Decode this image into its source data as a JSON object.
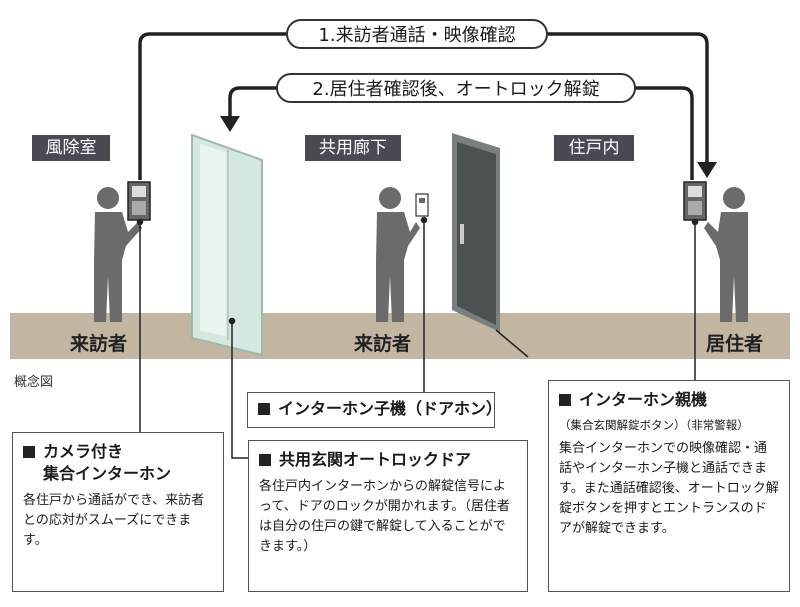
{
  "flows": {
    "call": "1.来訪者通話・映像確認",
    "unlock": "2.居住者確認後、オートロック解錠"
  },
  "areas": {
    "vestibule": "風除室",
    "corridor": "共用廊下",
    "dwelling": "住戸内"
  },
  "people": {
    "visitor_left": "来訪者",
    "visitor_middle": "来訪者",
    "resident": "居住者"
  },
  "caption": "概念図",
  "callouts": {
    "sub_intercom": {
      "title": "インターホン子機（ドアホン）"
    },
    "camera_intercom": {
      "title_line1": "カメラ付き",
      "title_line2": "集合インターホン",
      "body": "各住戸から通話ができ、来訪者との応対がスムーズにできます。"
    },
    "auto_lock_door": {
      "title": "共用玄関オートロックドア",
      "body": "各住戸内インターホンからの解錠信号によって、ドアのロックが開かれます。（居住者は自分の住戸の鍵で解錠して入ることができます。）"
    },
    "main_intercom": {
      "title": "インターホン親機",
      "subtitle": "（集合玄関解錠ボタン）（非常警報）",
      "body": "集合インターホンでの映像確認・通話やインターホン子機と通話できます。また通話確認後、オートロック解錠ボタンを押すとエントランスのドアが解錠できます。"
    }
  },
  "colors": {
    "floor": "#c2b6a2",
    "person": "#6b6b6b",
    "label_bg": "#4a4a55",
    "entrance_door": "#d5e8df",
    "unit_door": "#4c5152"
  }
}
